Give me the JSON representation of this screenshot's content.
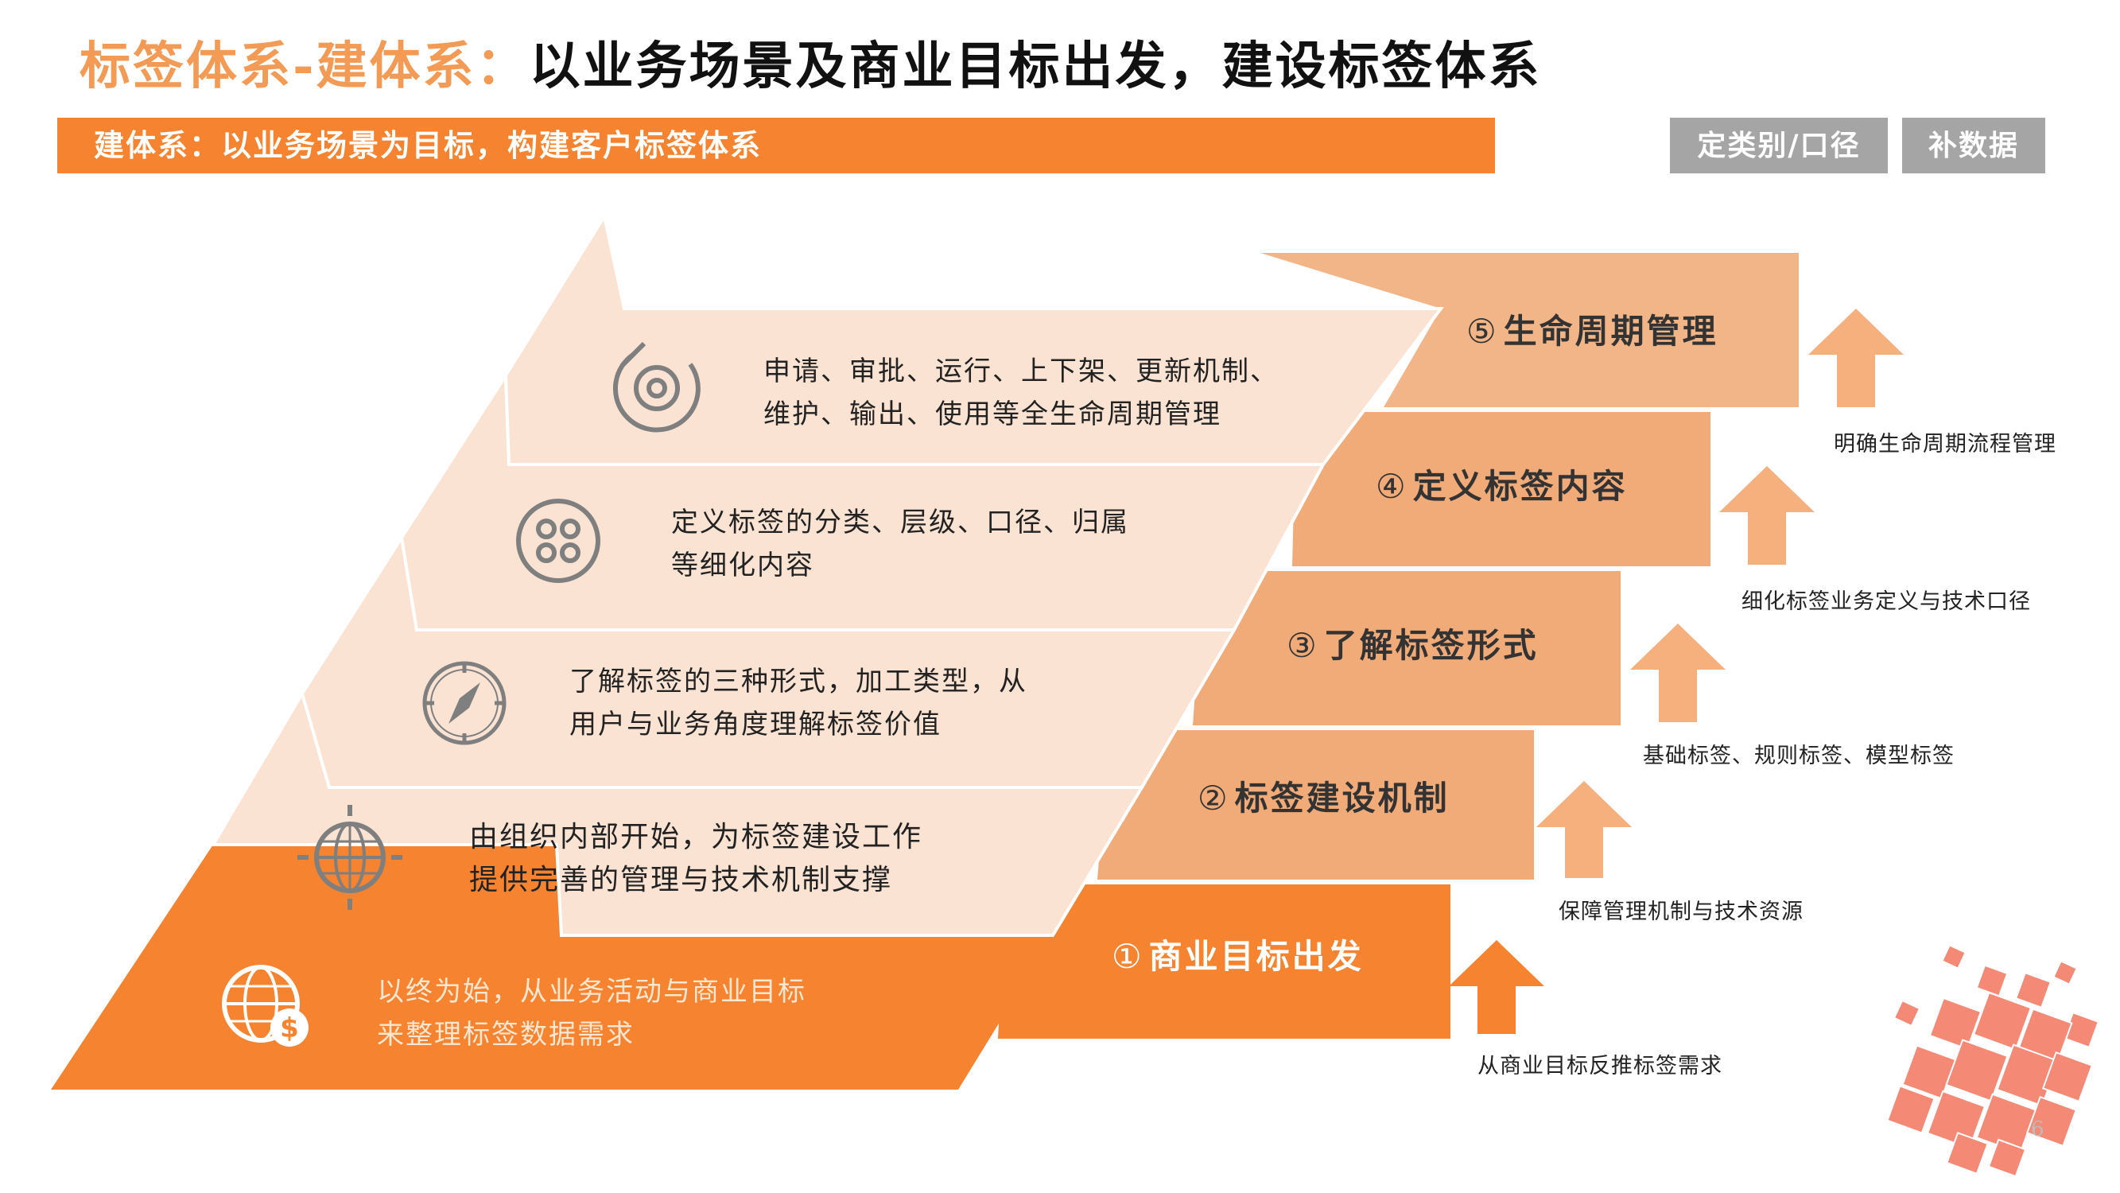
{
  "title": {
    "part1": "标签体系-建体系：",
    "part2": "以业务场景及商业目标出发，建设标签体系"
  },
  "banner": {
    "text": "建体系：以业务场景为目标，构建客户标签体系"
  },
  "buttons": {
    "define": "定类别/口径",
    "supplement": "补数据"
  },
  "layers": [
    {
      "line1": "以终为始，从业务活动与商业目标",
      "line2": "来整理标签数据需求",
      "icon": "globe-dollar-icon"
    },
    {
      "line1": "由组织内部开始，为标签建设工作",
      "line2": "提供完善的管理与技术机制支撑",
      "icon": "globe-crosshair-icon"
    },
    {
      "line1": "了解标签的三种形式，加工类型，从",
      "line2": "用户与业务角度理解标签价值",
      "icon": "compass-icon"
    },
    {
      "line1": "定义标签的分类、层级、口径、归属",
      "line2": "等细化内容",
      "icon": "apps-icon"
    },
    {
      "line1": "申请、审批、运行、上下架、更新机制、",
      "line2": "维护、输出、使用等全生命周期管理",
      "icon": "gear-cycle-icon"
    }
  ],
  "steps": [
    {
      "num": "①",
      "label": "商业目标出发",
      "note": "从商业目标反推标签需求"
    },
    {
      "num": "②",
      "label": "标签建设机制",
      "note": "保障管理机制与技术资源"
    },
    {
      "num": "③",
      "label": "了解标签形式",
      "note": "基础标签、规则标签、模型标签"
    },
    {
      "num": "④",
      "label": "定义标签内容",
      "note": "细化标签业务定义与技术口径"
    },
    {
      "num": "⑤",
      "label": "生命周期管理",
      "note": "明确生命周期流程管理"
    }
  ],
  "page_number": "6",
  "colors": {
    "accent": "#F5832F",
    "title_accent": "#F39A55",
    "step_light": "#F2B587",
    "step_mid": "#F0AB78",
    "panel_light": "#FBE3D4",
    "gray_button": "#A5A5A5",
    "arrow": "#F5B07E"
  }
}
